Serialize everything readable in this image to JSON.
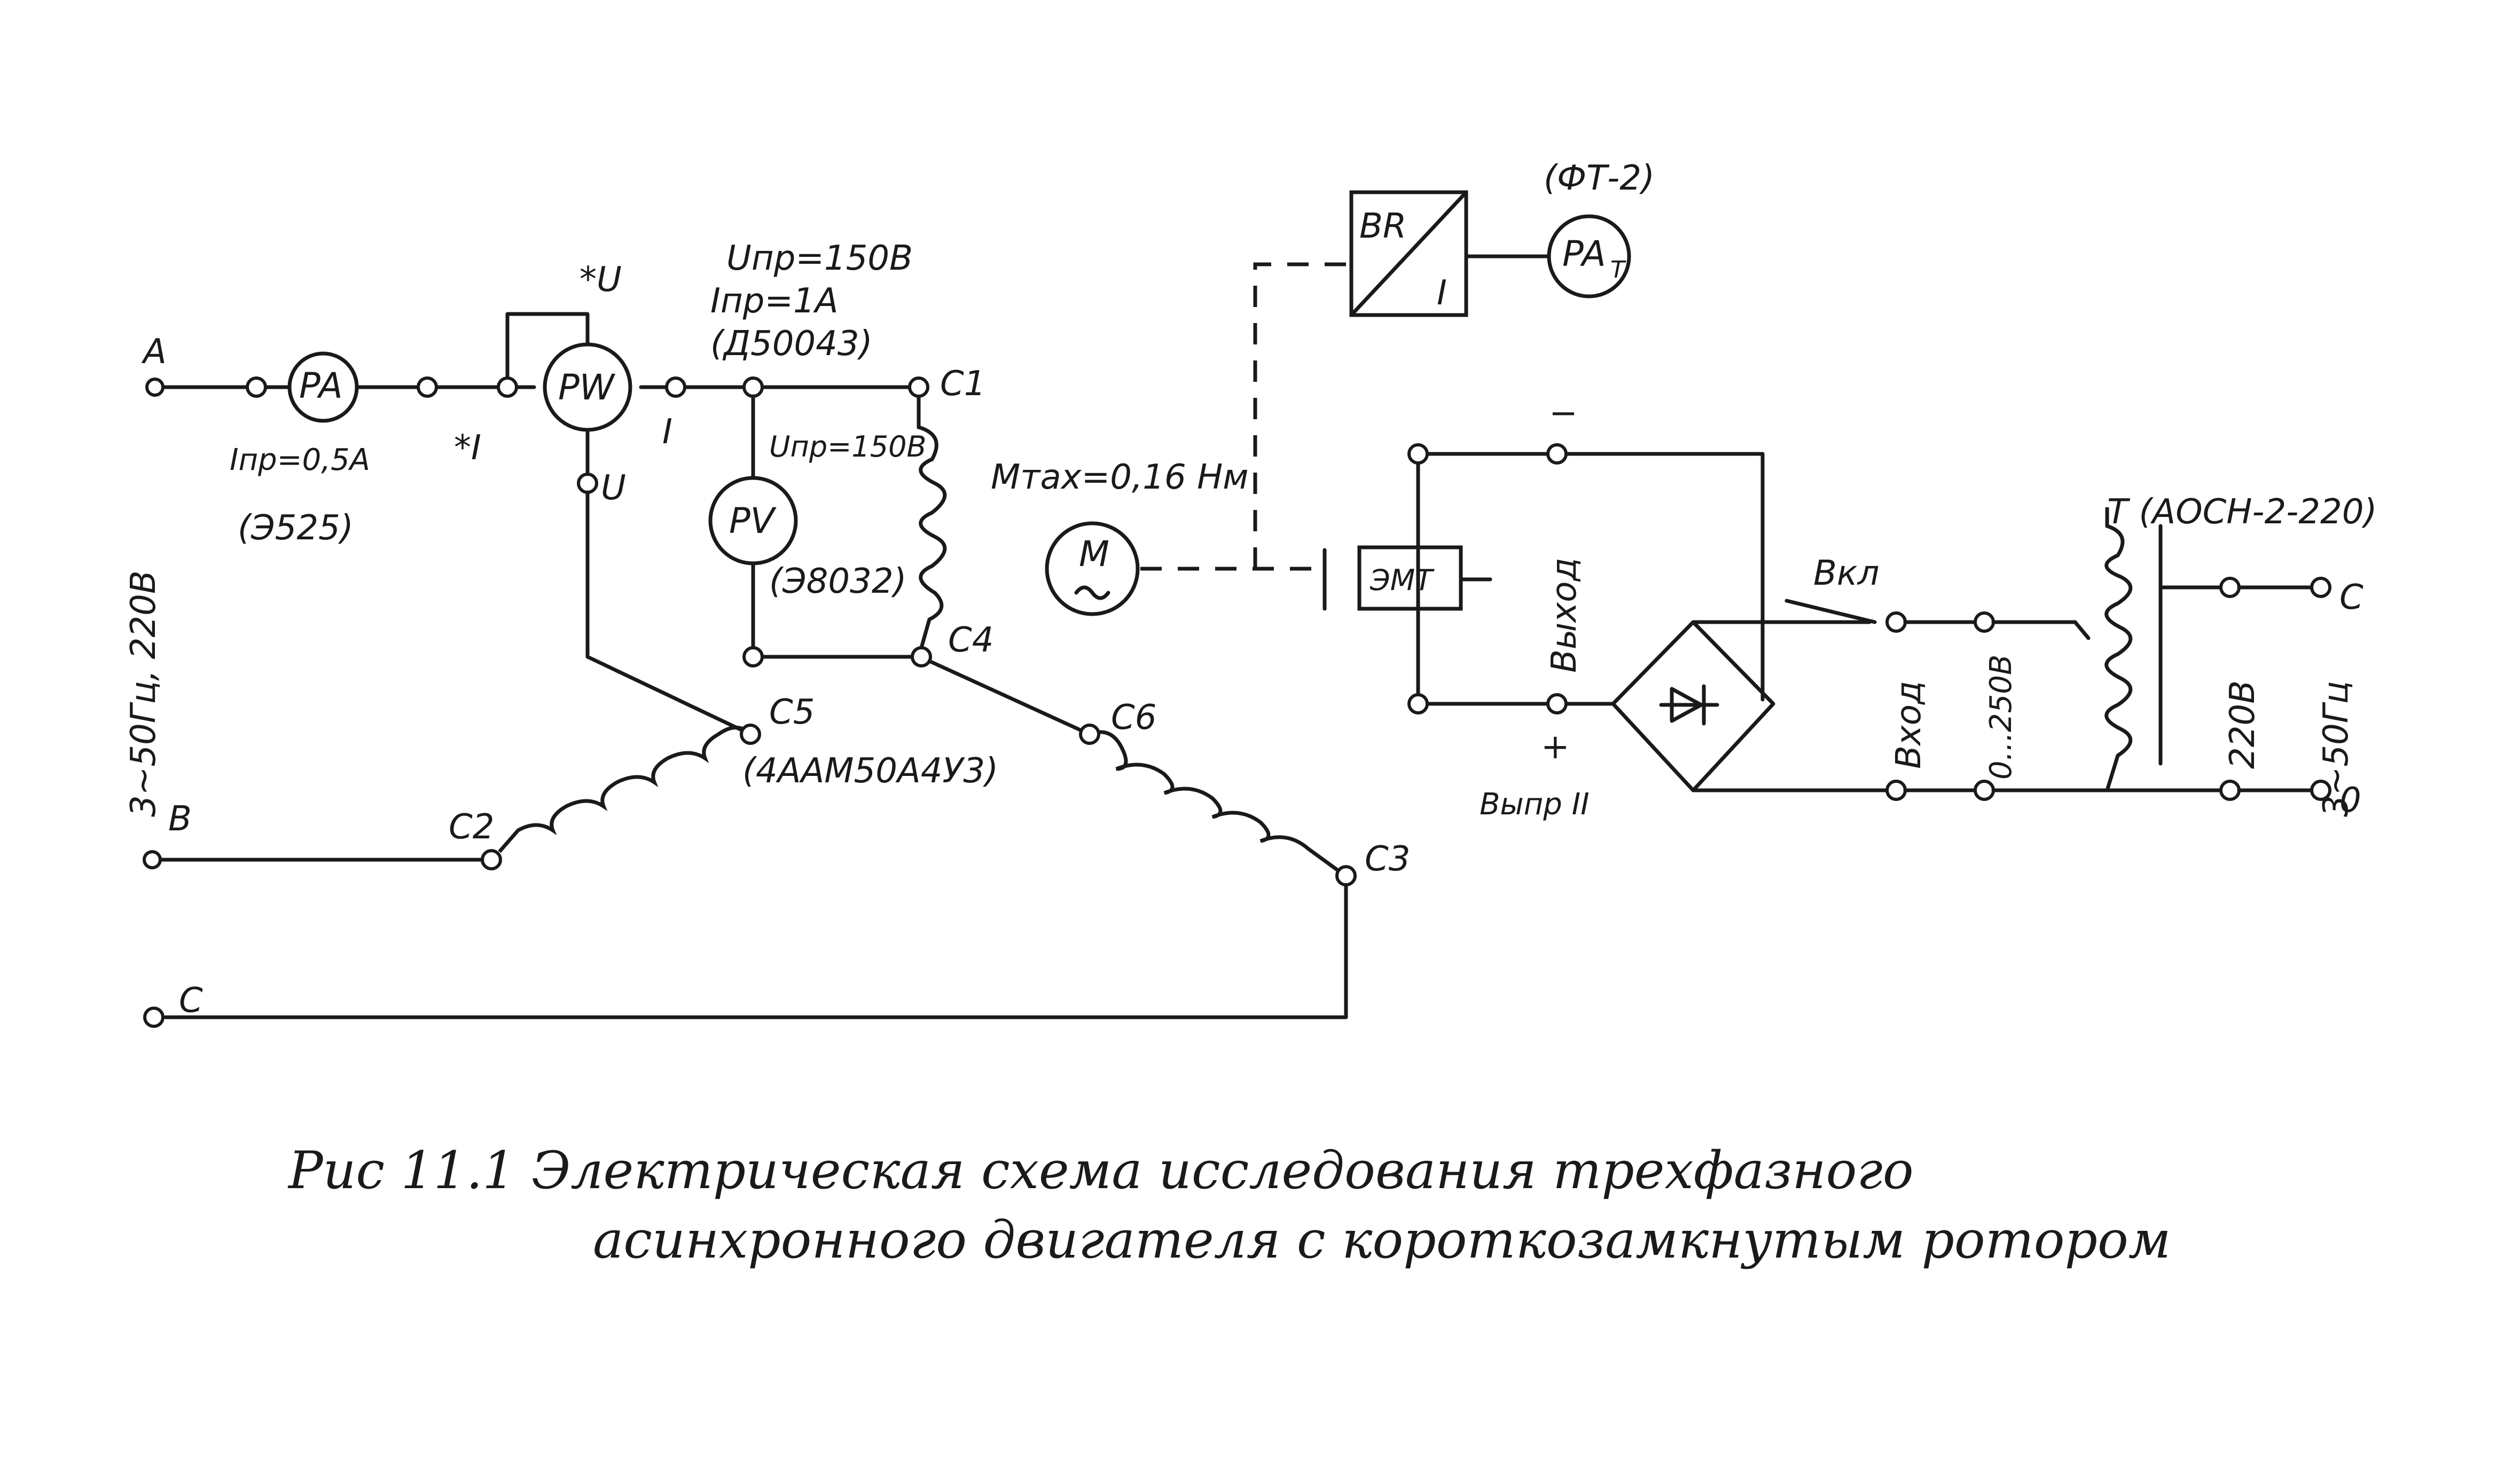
{
  "colors": {
    "ink": "#1a1a1a",
    "paper": "#ffffff"
  },
  "meters": {
    "ammeter": "PA",
    "wattmeter": "PW",
    "voltmeter": "PV",
    "motor": "M",
    "ammeter_t": "PA",
    "ammeter_t_sub": "T"
  },
  "blocks": {
    "br_top": "BR",
    "br_bottom": "I",
    "emt": "ЭМТ"
  },
  "labels": {
    "phase_a": "A",
    "phase_b": "B",
    "phase_c": "C",
    "supply_left": "3~50Гц, 220В",
    "ammeter_rating": "Iпр=0,5А",
    "ammeter_type": "(Э525)",
    "wm_star_i": "*I",
    "wm_i": "I",
    "wm_star_u": "*U",
    "wm_u": "U",
    "wm_rating_u": "Uпр=150В",
    "wm_rating_i": "Iпр=1А",
    "wm_type": "(Д50043)",
    "vm_rating": "Uпр=150В",
    "vm_type": "(Э8032)",
    "c1": "С1",
    "c2": "С2",
    "c3": "С3",
    "c4": "С4",
    "c5": "С5",
    "c6": "С6",
    "motor_type": "(4ААМ50А4У3)",
    "torque": "Mтах=0,16 Нм",
    "ft2": "(ФТ-2)",
    "vykhod": "Выход",
    "minus": "−",
    "plus": "+",
    "vypr": "Выпр II",
    "vkl": "Вкл",
    "vkhod": "Вход",
    "range": "0...250В",
    "v220": "220В",
    "transformer": "T (АОСН-2-220)",
    "supply_right": "3~50Гц",
    "term_c": "C",
    "term_0": "0"
  },
  "caption": {
    "line1": "Рис 11.1  Электрическая схема исследования трехфазного",
    "line2": "асинхронного двигателя с короткозамкнутым ротором"
  }
}
